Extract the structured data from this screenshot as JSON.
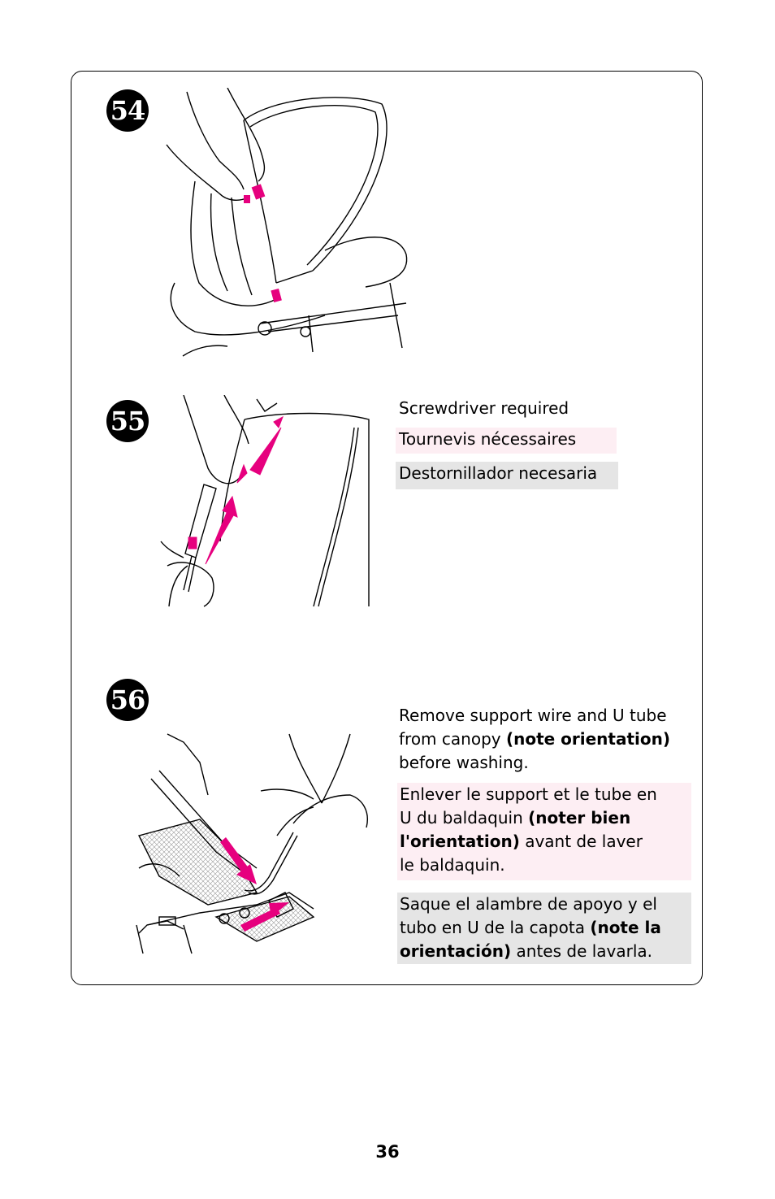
{
  "steps": [
    {
      "number": "54"
    },
    {
      "number": "55",
      "en": "Screwdriver required",
      "fr": "Tournevis nécessaires",
      "es": "Destornillador necesaria"
    },
    {
      "number": "56",
      "en": {
        "pre": "Remove support wire and U tube from canopy ",
        "bold": "(note orientation)",
        "post": " before washing."
      },
      "fr": {
        "pre": "Enlever le support et le tube en U du baldaquin ",
        "bold": "(noter bien l'orientation)",
        "post": " avant de laver le baldaquin."
      },
      "es": {
        "pre": "Saque el alambre de apoyo y el tubo en U de la capota ",
        "bold": "(note la orientación)",
        "post": " antes de lavarla."
      }
    }
  ],
  "page_number": "36",
  "colors": {
    "highlight": "#e6007e",
    "fr_box": "#fdeef3",
    "es_box": "#e5e5e5"
  }
}
